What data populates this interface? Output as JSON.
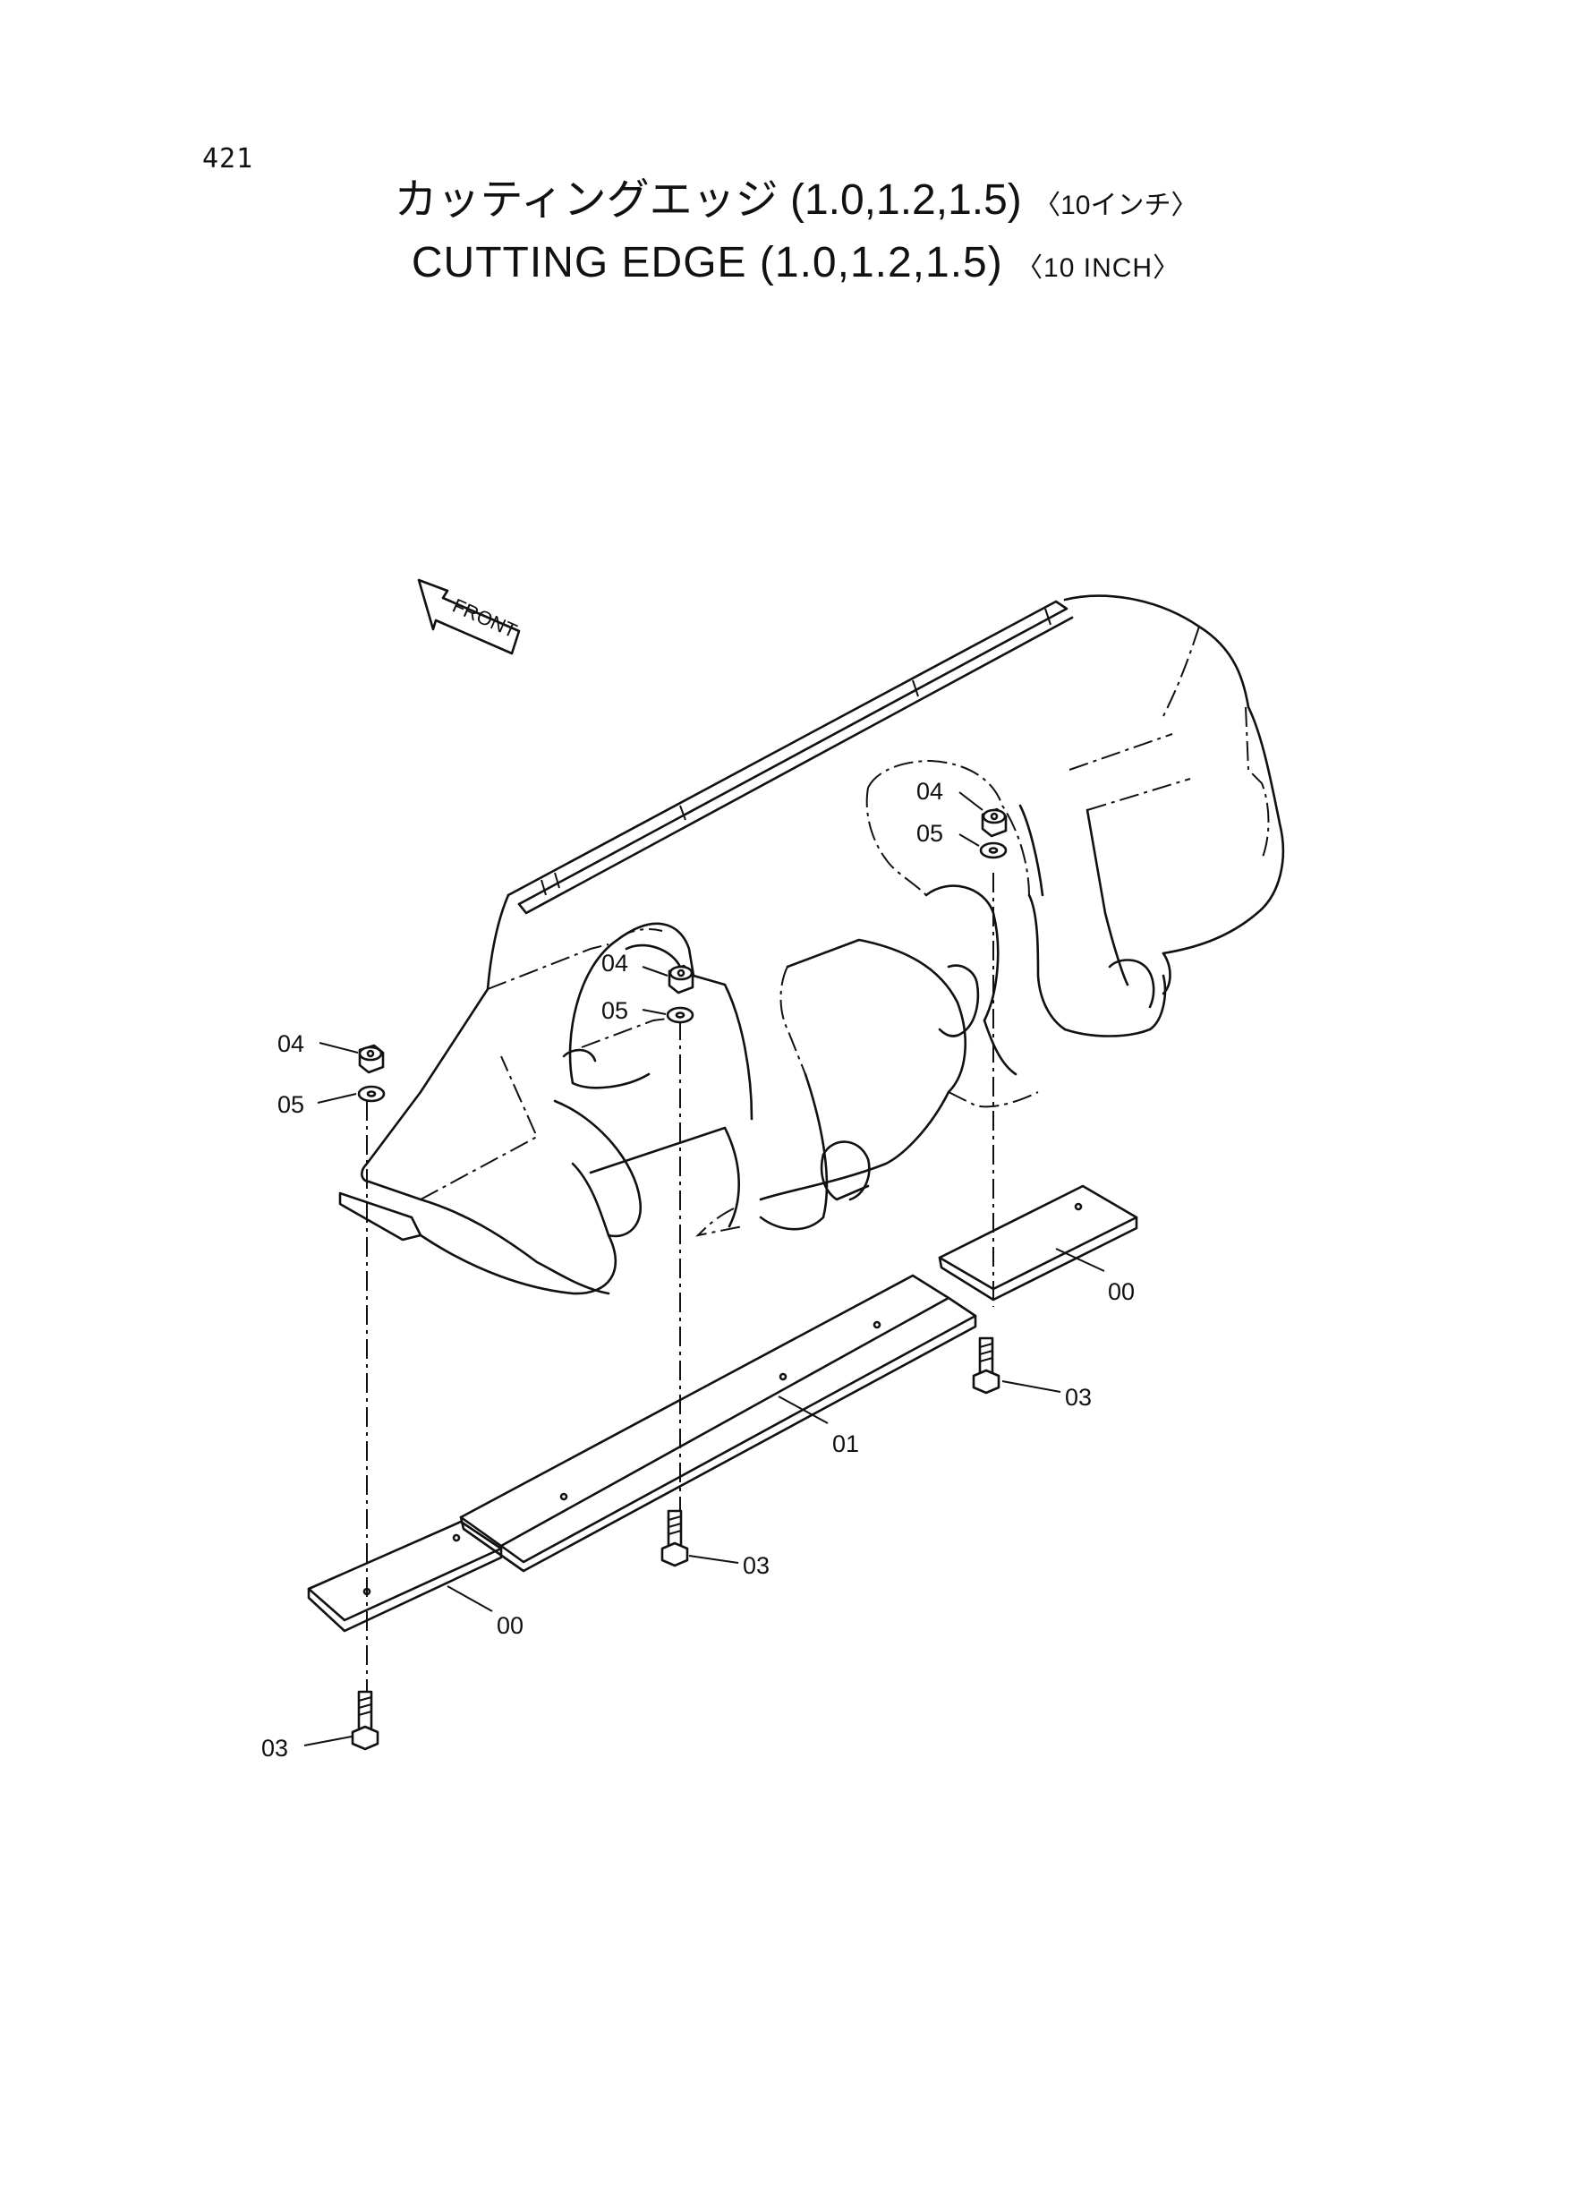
{
  "page_number": "421",
  "title_jp": {
    "main": "カッティングエッジ (1.0,1.2,1.5)",
    "suffix": "〈10インチ〉"
  },
  "title_en": {
    "main": "CUTTING EDGE (1.0,1.2,1.5)",
    "suffix": "〈10 INCH〉"
  },
  "front_arrow_label": "FRONT",
  "callouts": {
    "c04_left": "04",
    "c05_left": "05",
    "c04_mid": "04",
    "c05_mid": "05",
    "c04_right": "04",
    "c05_right": "05",
    "c00_right": "00",
    "c00_left": "00",
    "c01": "01",
    "c03_right": "03",
    "c03_mid": "03",
    "c03_left": "03"
  }
}
